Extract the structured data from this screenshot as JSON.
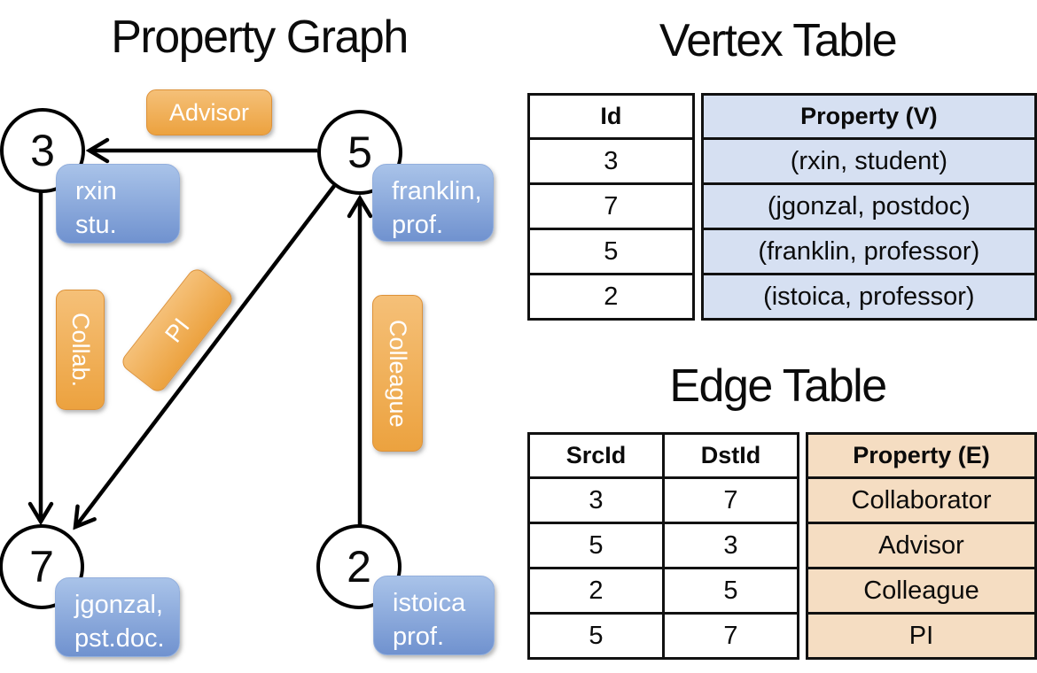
{
  "graph": {
    "title": "Property Graph",
    "nodes": {
      "n3": {
        "id": "3",
        "prop_line1": "rxin",
        "prop_line2": "stu."
      },
      "n5": {
        "id": "5",
        "prop_line1": "franklin,",
        "prop_line2": "prof."
      },
      "n7": {
        "id": "7",
        "prop_line1": "jgonzal,",
        "prop_line2": "pst.doc."
      },
      "n2": {
        "id": "2",
        "prop_line1": "istoica",
        "prop_line2": "prof."
      }
    },
    "edge_labels": {
      "advisor": "Advisor",
      "collab": "Collab.",
      "pi": "PI",
      "colleague": "Colleague"
    }
  },
  "vertex_table": {
    "title": "Vertex Table",
    "columns": [
      "Id",
      "Property (V)"
    ],
    "rows": [
      [
        "3",
        "(rxin, student)"
      ],
      [
        "7",
        "(jgonzal, postdoc)"
      ],
      [
        "5",
        "(franklin, professor)"
      ],
      [
        "2",
        "(istoica, professor)"
      ]
    ]
  },
  "edge_table": {
    "title": "Edge Table",
    "columns": [
      "SrcId",
      "DstId",
      "Property (E)"
    ],
    "rows": [
      [
        "3",
        "7",
        "Collaborator"
      ],
      [
        "5",
        "3",
        "Advisor"
      ],
      [
        "2",
        "5",
        "Colleague"
      ],
      [
        "5",
        "7",
        "PI"
      ]
    ]
  },
  "colors": {
    "edge_label_top": "#f5c078",
    "edge_label_bottom": "#eca23f",
    "vertex_label_top": "#a9c3e9",
    "vertex_label_bottom": "#7092cf",
    "vertex_cell": "#d6e0f2",
    "edge_cell": "#f5ddc2",
    "stroke": "#000000"
  }
}
